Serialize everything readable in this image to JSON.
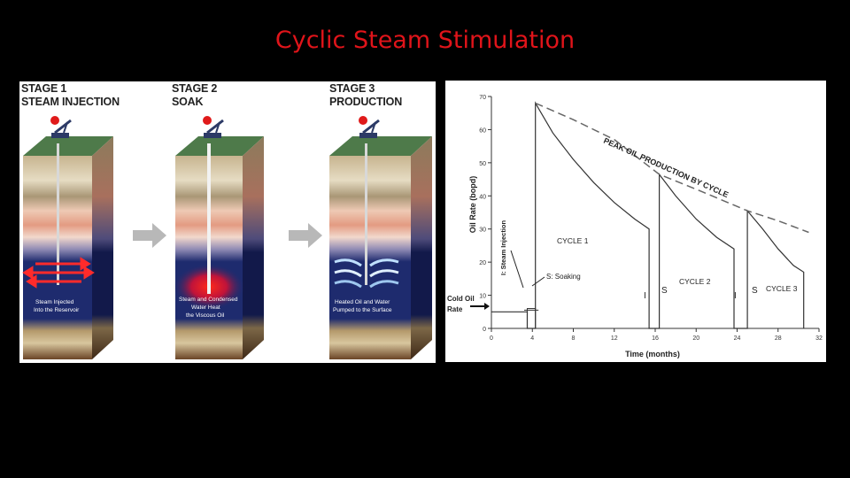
{
  "page": {
    "title": "Cyclic Steam Stimulation"
  },
  "stages": [
    {
      "number": "STAGE 1",
      "name": "STEAM INJECTION",
      "caption": [
        "Steam Injected",
        "Into the Reservoir"
      ]
    },
    {
      "number": "STAGE 2",
      "name": "SOAK",
      "caption": [
        "Steam and Condensed",
        "Water Heat",
        "the Viscous Oil"
      ]
    },
    {
      "number": "STAGE 3",
      "name": "PRODUCTION",
      "caption": [
        "Heated Oil and Water",
        "Pumped to the Surface"
      ]
    }
  ],
  "colors": {
    "title": "#e0141a",
    "reservoir": "#1e2b6e",
    "steam": "#e01a1a",
    "ground": "#4e7a4a"
  },
  "chart_data": {
    "type": "line",
    "xlabel": "Time (months)",
    "ylabel": "Oil Rate (bopd)",
    "xlim": [
      0,
      32
    ],
    "ylim": [
      0,
      70
    ],
    "xticks": [
      0,
      4,
      8,
      12,
      16,
      20,
      24,
      28,
      32
    ],
    "yticks": [
      0,
      10,
      20,
      30,
      40,
      50,
      60,
      70
    ],
    "series": [
      {
        "values": [
          [
            0,
            5
          ],
          [
            3.5,
            5
          ],
          [
            3.5,
            0
          ],
          [
            4.3,
            0
          ],
          [
            4.3,
            68
          ],
          [
            6,
            59
          ],
          [
            8,
            51
          ],
          [
            10,
            44
          ],
          [
            12,
            38
          ],
          [
            14,
            33
          ],
          [
            15.4,
            30
          ],
          [
            15.4,
            0
          ],
          [
            16.4,
            0
          ],
          [
            16.4,
            46.5
          ],
          [
            18,
            40
          ],
          [
            20,
            33
          ],
          [
            22,
            27.5
          ],
          [
            23.7,
            24
          ],
          [
            23.7,
            0
          ],
          [
            25,
            0
          ],
          [
            25,
            35.5
          ],
          [
            26.5,
            30
          ],
          [
            28,
            24
          ],
          [
            29.5,
            19
          ],
          [
            30.5,
            17
          ],
          [
            30.5,
            0
          ]
        ]
      },
      {
        "style": "dashed",
        "values": [
          [
            4.3,
            68
          ],
          [
            8,
            63
          ],
          [
            12,
            57
          ],
          [
            16.4,
            46.5
          ],
          [
            20,
            42
          ],
          [
            25,
            35.5
          ],
          [
            28,
            32.5
          ],
          [
            31,
            29
          ]
        ]
      }
    ],
    "annotations": {
      "peak": "PEAK OIL PRODUCTION BY CYCLE",
      "cycle1": "CYCLE 1",
      "cycle2": "CYCLE 2",
      "cycle3": "CYCLE 3",
      "steam_injection": "I: Steam Injection",
      "soaking": "S: Soaking",
      "i": "I",
      "s": "S",
      "cold_rate_1": "Cold Oil",
      "cold_rate_2": "Rate"
    }
  }
}
